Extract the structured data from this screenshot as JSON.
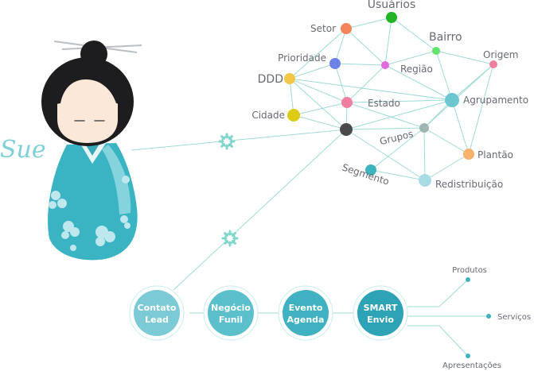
{
  "character": {
    "name": "Sue"
  },
  "network": {
    "nodes": [
      {
        "id": "usuarios",
        "label": "Usuários",
        "color": "#22b424",
        "size": "big"
      },
      {
        "id": "setor",
        "label": "Setor",
        "color": "#f4825a",
        "size": "normal"
      },
      {
        "id": "bairro",
        "label": "Bairro",
        "color": "#60e46a",
        "size": "big"
      },
      {
        "id": "prioridade",
        "label": "Prioridade",
        "color": "#6d82e8",
        "size": "normal"
      },
      {
        "id": "regiao",
        "label": "Região",
        "color": "#e36be0",
        "size": "normal"
      },
      {
        "id": "origem",
        "label": "Origem",
        "color": "#ee7fa0",
        "size": "normal"
      },
      {
        "id": "ddd",
        "label": "DDD",
        "color": "#f3c844",
        "size": "big"
      },
      {
        "id": "estado",
        "label": "Estado",
        "color": "#ee7fa0",
        "size": "normal"
      },
      {
        "id": "agrupamento",
        "label": "Agrupamento",
        "color": "#6cc7d0",
        "size": "normal"
      },
      {
        "id": "cidade",
        "label": "Cidade",
        "color": "#dccb15",
        "size": "normal"
      },
      {
        "id": "hub",
        "label": "",
        "color": "#4a4a4a",
        "size": "normal"
      },
      {
        "id": "grupos",
        "label": "Grupos",
        "color": "#9eb5b2",
        "size": "normal"
      },
      {
        "id": "plantao",
        "label": "Plantão",
        "color": "#f7b36a",
        "size": "normal"
      },
      {
        "id": "segmento",
        "label": "Segmento",
        "color": "#3fb3bd",
        "size": "normal"
      },
      {
        "id": "redistribuicao",
        "label": "Redistribuição",
        "color": "#a8dbe6",
        "size": "normal"
      }
    ]
  },
  "pipeline": {
    "steps": [
      {
        "line1": "Contato",
        "line2": "Lead",
        "color": "#7ccad6"
      },
      {
        "line1": "Negócio",
        "line2": "Funil",
        "color": "#5bbfcc"
      },
      {
        "line1": "Evento",
        "line2": "Agenda",
        "color": "#3fb1c0"
      },
      {
        "line1": "SMART",
        "line2": "Envio",
        "color": "#2ea3b5"
      }
    ],
    "branches": [
      "Produtos",
      "Serviços",
      "Apresentações"
    ]
  },
  "colors": {
    "accent": "#7fcfd6",
    "line": "#9edbd8"
  }
}
